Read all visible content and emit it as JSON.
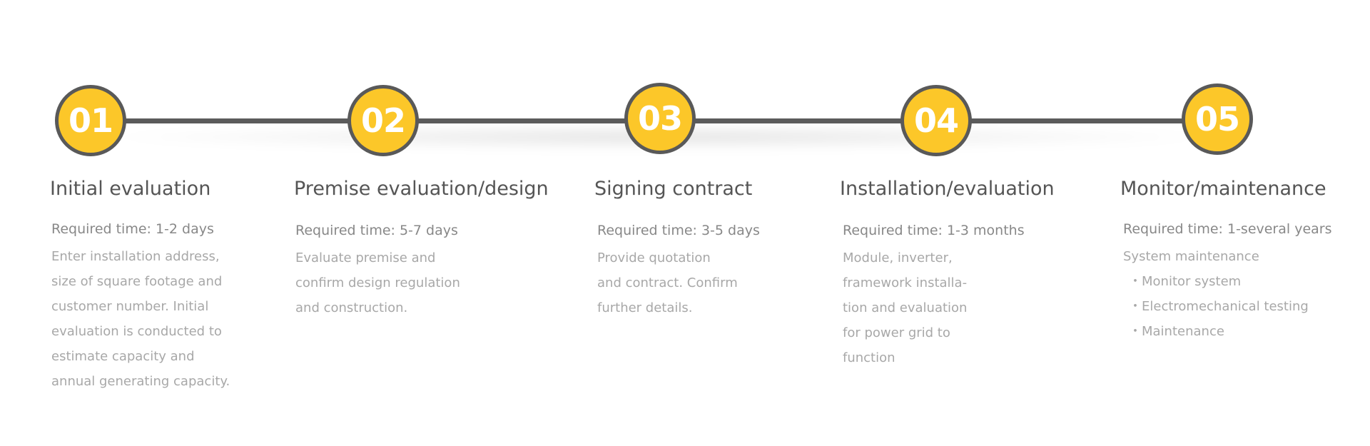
{
  "steps": [
    {
      "number": "01",
      "title": "Initial evaluation",
      "time": "Required time: 1-2 days",
      "description": [
        "Enter installation address,",
        "size of square footage and",
        "customer number. Initial",
        "evaluation is conducted to",
        "estimate capacity and",
        "annual generating capacity."
      ]
    },
    {
      "number": "02",
      "title": "Premise evaluation/design",
      "time": "Required time: 5-7 days",
      "description": [
        "Evaluate premise and",
        "confirm design regulation",
        "and construction."
      ]
    },
    {
      "number": "03",
      "title": "Signing contract",
      "time": "Required time: 3-5 days",
      "description": [
        "Provide quotation",
        "and contract. Confirm",
        "further details."
      ]
    },
    {
      "number": "04",
      "title": "Installation/evaluation",
      "time": "Required time: 1-3 months",
      "description": [
        "Module, inverter,",
        "framework installa-",
        "tion and evaluation",
        "for power grid to",
        "function"
      ]
    },
    {
      "number": "05",
      "title": "Monitor/maintenance",
      "time": "Required time: 1-several years",
      "description": [
        "System maintenance",
        "・Monitor system",
        "・Electromechanical testing",
        "・Maintenance"
      ]
    }
  ],
  "colors": {
    "circle_fill": "#fcc729",
    "circle_border": "#595959",
    "connector": "#5b5b5b",
    "title_text": "#555555",
    "time_text": "#888888",
    "description_text": "#a8a8a8"
  }
}
